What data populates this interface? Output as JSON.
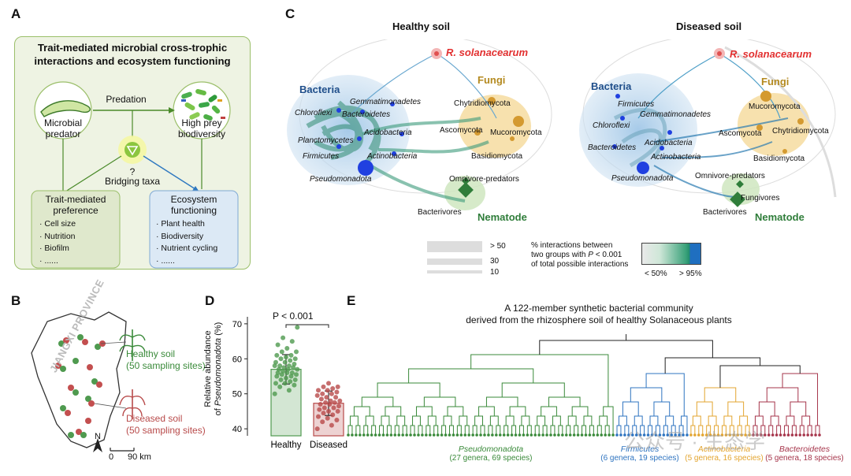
{
  "panels": {
    "a": {
      "letter": "A",
      "title_line1": "Trait-mediated microbial cross-trophic",
      "title_line2": "interactions and ecosystem functioning",
      "predation": "Predation",
      "predator_line1": "Microbial",
      "predator_line2": "predator",
      "prey_line1": "High prey",
      "prey_line2": "biodiversity",
      "question": "?",
      "bridging": "Bridging taxa",
      "trait_box": {
        "title_line1": "Trait-mediated",
        "title_line2": "preference",
        "items": [
          "· Cell size",
          "· Nutrition",
          "· Biofilm",
          "· ......"
        ]
      },
      "eco_box": {
        "title_line1": "Ecosystem",
        "title_line2": "functioning",
        "items": [
          "· Plant health",
          "· Biodiversity",
          "· Nutrient cycling",
          "· ......"
        ]
      }
    },
    "b": {
      "letter": "B",
      "province": "JIANGXI PROVINCE",
      "healthy_line1": "Healthy soil",
      "healthy_line2": "(50 sampling sites)",
      "diseased_line1": "Diseased soil",
      "diseased_line2": "(50 sampling sites)",
      "north": "N",
      "scale_zero": "0",
      "scale_km": "90 km"
    },
    "c": {
      "letter": "C",
      "healthy_title": "Healthy soil",
      "diseased_title": "Diseased soil",
      "pathogen": "R. solanacearum",
      "bacteria": "Bacteria",
      "fungi": "Fungi",
      "nematode": "Nematode",
      "healthy_taxa": {
        "gemmatimonadetes": "Gemmatimonadetes",
        "chloroflexi": "Chloroflexi",
        "bacteroidetes": "Bacteroidetes",
        "acidobacteria": "Acidobacteria",
        "planctomycetes": "Planctomycetes",
        "firmicutes": "Firmicutes",
        "actinobacteria": "Actinobacteria",
        "pseudomonadota": "Pseudomonadota",
        "chytridiomycota": "Chytridiomycota",
        "ascomycota": "Ascomycota",
        "mucoromycota": "Mucoromycota",
        "basidiomycota": "Basidiomycota",
        "omnivore": "Omnivore-predators",
        "bacterivores": "Bacterivores"
      },
      "diseased_taxa": {
        "firmicutes": "Firmicutes",
        "gemmatimonadetes": "Gemmatimonadetes",
        "chloroflexi": "Chloroflexi",
        "acidobacteria": "Acidobacteria",
        "bacteroidetes": "Bacteroidetes",
        "actinobacteria": "Actinobacteria",
        "pseudomonadota": "Pseudomonadota",
        "mucoromycota": "Mucoromycota",
        "ascomycota": "Ascomycota",
        "chytridiomycota": "Chytridiomycota",
        "basidiomycota": "Basidiomycota",
        "omnivore": "Omnivore-predators",
        "fungivores": "Fungivores",
        "bacterivores": "Bacterivores"
      },
      "legend": {
        "width_50": "> 50",
        "width_30": "30",
        "width_10": "10",
        "desc_line1": "% interactions between",
        "desc_line2_pre": "two groups with ",
        "desc_p": "P",
        "desc_line2_post": " < 0.001",
        "desc_line3": "of total possible interactions",
        "low": "< 50%",
        "high": "> 95%"
      }
    },
    "d": {
      "letter": "D",
      "pvalue": "P < 0.001",
      "ylabel_line1": "Relative abundance",
      "ylabel_pre": "of ",
      "ylabel_taxon": "Pseudomonadota",
      "ylabel_post": " (%)"
    },
    "e": {
      "letter": "E",
      "title_line1": "A 122-member synthetic bacterial community",
      "title_line2": "derived from the rhizosphere soil of healthy Solanaceous plants",
      "groups": [
        {
          "name": "Pseudomonadota",
          "sub": "(27 genera, 69 species)",
          "color": "#3a8a3a"
        },
        {
          "name": "Firmicutes",
          "sub": "(6 genera, 19 species)",
          "color": "#2f74c0"
        },
        {
          "name": "Actinobacteria",
          "sub": "(5 genera, 16 species)",
          "color": "#e3a530"
        },
        {
          "name": "Bacteroidetes",
          "sub": "(5 genera, 18 species)",
          "color": "#a6354b"
        }
      ]
    },
    "watermark": "公众号 · 生态学"
  },
  "chart_data": {
    "type": "bar",
    "categories": [
      "Healthy",
      "Diseased"
    ],
    "values": [
      57,
      47.3
    ],
    "errors": [
      4.2,
      3.5
    ],
    "ylim": [
      38,
      72
    ],
    "yticks": [
      40,
      50,
      60,
      70
    ],
    "colors": [
      "#4f9a4f",
      "#b84a4a"
    ],
    "points_healthy": [
      50,
      51,
      52,
      52.5,
      53,
      53,
      53.5,
      54,
      54,
      54.5,
      55,
      55,
      55.5,
      55.5,
      56,
      56,
      56,
      56.5,
      57,
      57,
      57,
      57.5,
      57.5,
      58,
      58,
      58,
      58.5,
      59,
      59,
      59.5,
      60,
      60,
      60.5,
      61,
      61,
      62,
      62,
      63,
      64,
      65,
      66,
      69
    ],
    "points_diseased": [
      40,
      41,
      42,
      42.5,
      43,
      43.5,
      44,
      44.5,
      45,
      45,
      45.5,
      46,
      46,
      46.5,
      47,
      47,
      47.5,
      47.5,
      48,
      48,
      48.5,
      49,
      49,
      49.5,
      50,
      50,
      50.5,
      51,
      51,
      51.5,
      52,
      52,
      53
    ]
  }
}
